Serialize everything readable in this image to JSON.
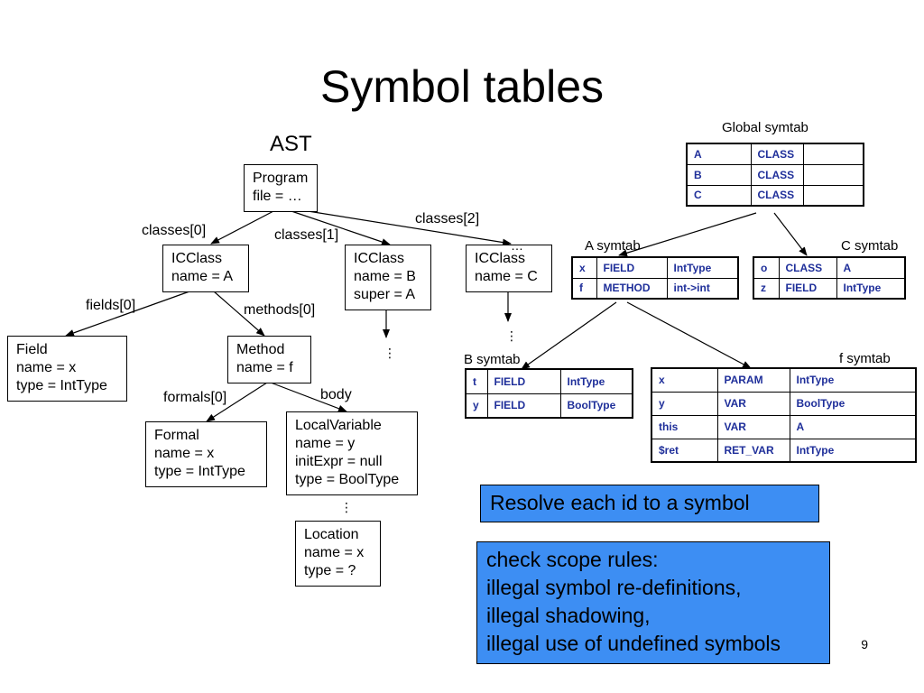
{
  "title": "Symbol tables",
  "page_number": "9",
  "ast": {
    "label": "AST",
    "program": [
      "Program",
      "file = …"
    ],
    "icclass_a": [
      "ICClass",
      "name = A"
    ],
    "icclass_b": [
      "ICClass",
      "name = B",
      "super = A"
    ],
    "icclass_c": [
      "ICClass",
      "name = C"
    ],
    "field": [
      "Field",
      "name = x",
      "type = IntType"
    ],
    "method": [
      "Method",
      "name = f"
    ],
    "formal": [
      "Formal",
      "name = x",
      "type = IntType"
    ],
    "localvar": [
      "LocalVariable",
      "name = y",
      "initExpr = null",
      "type = BoolType"
    ],
    "location": [
      "Location",
      "name = x",
      "type = ?"
    ],
    "edges": {
      "classes0": "classes[0]",
      "classes1": "classes[1]",
      "classes2": "classes[2]",
      "fields0": "fields[0]",
      "methods0": "methods[0]",
      "formals0": "formals[0]",
      "body": "body"
    },
    "ellipsis": "…",
    "vdots": "⋮"
  },
  "symtabs": {
    "global": {
      "label": "Global symtab",
      "rows": [
        [
          "A",
          "CLASS",
          ""
        ],
        [
          "B",
          "CLASS",
          ""
        ],
        [
          "C",
          "CLASS",
          ""
        ]
      ]
    },
    "a": {
      "label": "A symtab",
      "rows": [
        [
          "x",
          "FIELD",
          "IntType"
        ],
        [
          "f",
          "METHOD",
          "int->int"
        ]
      ]
    },
    "c": {
      "label": "C symtab",
      "rows": [
        [
          "o",
          "CLASS",
          "A"
        ],
        [
          "z",
          "FIELD",
          "IntType"
        ]
      ]
    },
    "b": {
      "label": "B symtab",
      "rows": [
        [
          "t",
          "FIELD",
          "IntType"
        ],
        [
          "y",
          "FIELD",
          "BoolType"
        ]
      ]
    },
    "f": {
      "label": "f symtab",
      "rows": [
        [
          "x",
          "PARAM",
          "IntType"
        ],
        [
          "y",
          "VAR",
          "BoolType"
        ],
        [
          "this",
          "VAR",
          "A"
        ],
        [
          "$ret",
          "RET_VAR",
          "IntType"
        ]
      ]
    }
  },
  "callouts": {
    "resolve": "Resolve each id to a symbol",
    "scope_lines": [
      "check scope rules:",
      "illegal symbol re-definitions,",
      "illegal shadowing,",
      "illegal use of undefined symbols"
    ]
  },
  "colors": {
    "callout_bg": "#3d8ef3",
    "table_text": "#1f2f9a"
  }
}
